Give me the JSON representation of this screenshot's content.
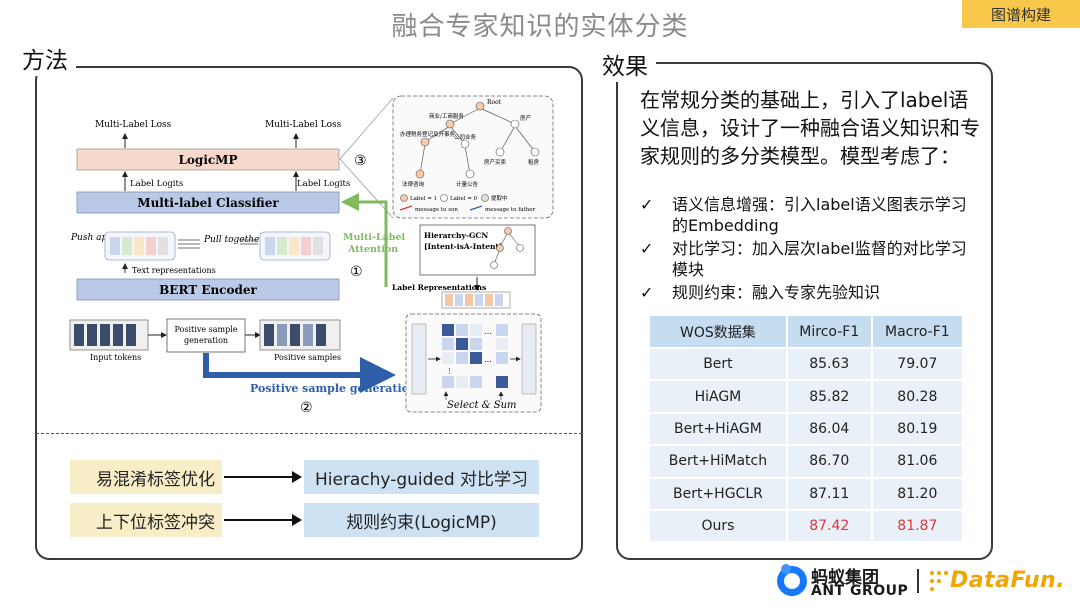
{
  "slide": {
    "title": "融合专家知识的实体分类",
    "tag": "图谱构建"
  },
  "method": {
    "heading": "方法",
    "diagram": {
      "loss_left": "Multi-Label Loss",
      "loss_right": "Multi-Label Loss",
      "logicmp": "LogicMP",
      "logits_left": "Label Logits",
      "logits_right": "Label Logits",
      "classifier": "Multi-label Classifier",
      "push_apart": "Push apart",
      "pull_together": "Pull together",
      "text_repr": "Text representations",
      "bert": "BERT Encoder",
      "pos_gen_box": "Positive sample generation",
      "input_tokens": "Input tokens",
      "positive_samples": "Positive samples",
      "pos_gen_caption": "Positive sample generation",
      "attention": "Multi-Label Attention",
      "gcn": "Hierarchy-GCN [Intent-isA-Intent]",
      "label_repr": "Label Representations",
      "select_sum": "Select & Sum",
      "circle_1": "①",
      "circle_2": "②",
      "circle_3": "③",
      "tree_root": "Root",
      "tree_n1": "商业/工商服务",
      "tree_n2": "办理税务登记及开事务",
      "tree_n3": "公司业务",
      "tree_n4": "房产",
      "tree_n5": "房产买卖",
      "tree_n6": "租房",
      "tree_n7": "法律咨询",
      "tree_n8": "计量公告",
      "legend_1": "Label = 1",
      "legend_0": "Label = 0",
      "legend_mid": "提取中",
      "msg_son": "message to son",
      "msg_father": "message to father"
    },
    "mappings": [
      {
        "problem": "易混淆标签优化",
        "solution": "Hierachy-guided 对比学习"
      },
      {
        "problem": "上下位标签冲突",
        "solution": "规则约束(LogicMP)"
      }
    ]
  },
  "effect": {
    "heading": "效果",
    "description": "在常规分类的基础上，引入了label语义信息，设计了一种融合语义知识和专家规则的多分类模型。模型考虑了：",
    "bullets": [
      {
        "mark": "✓",
        "text": "语义信息增强：引入label语义图表示学习的Embedding"
      },
      {
        "mark": "✓",
        "text": "对比学习：加入层次label监督的对比学习模块"
      },
      {
        "mark": "✓",
        "text": "规则约束：融入专家先验知识"
      }
    ],
    "table": {
      "headers": [
        "WOS数据集",
        "Mirco-F1",
        "Macro-F1"
      ],
      "rows": [
        [
          "Bert",
          "85.63",
          "79.07"
        ],
        [
          "HiAGM",
          "85.82",
          "80.28"
        ],
        [
          "Bert+HiAGM",
          "86.04",
          "80.19"
        ],
        [
          "Bert+HiMatch",
          "86.70",
          "81.06"
        ],
        [
          "Bert+HGCLR",
          "87.11",
          "81.20"
        ],
        [
          "Ours",
          "87.42",
          "81.87"
        ]
      ],
      "highlight_color": "#d63a3a"
    }
  },
  "footer": {
    "ant_cn": "蚂蚁集团",
    "ant_en": "ANT GROUP",
    "datafun": "DataFun."
  }
}
